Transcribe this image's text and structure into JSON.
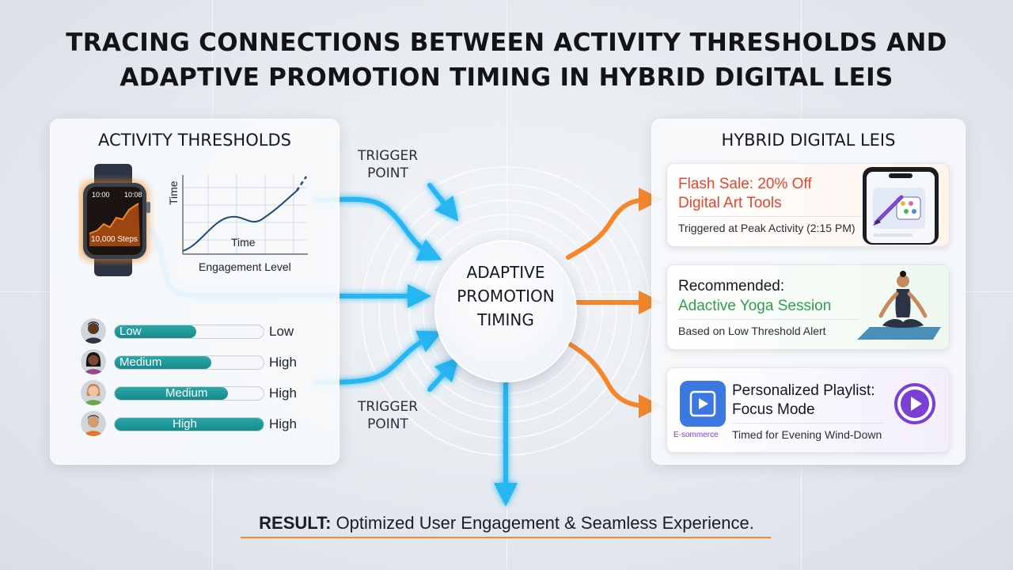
{
  "title_line1": "TRACING CONNECTIONS BETWEEN ACTIVITY THRESHOLDS AND",
  "title_line2": "ADAPTIVE PROMOTION TIMING IN HYBRID DIGITAL LEIS",
  "left_panel": {
    "title": "ACTIVITY THRESHOLDS",
    "watch": {
      "time_left": "10:00",
      "time_right": "10:08",
      "steps": "10,000 Steps"
    },
    "mini_chart": {
      "ylabel": "Time",
      "xlabel": "Time",
      "caption": "Engagement Level"
    },
    "levels": [
      {
        "bar_label": "Low",
        "status": "Low",
        "fill": 0.55
      },
      {
        "bar_label": "Medium",
        "status": "High",
        "fill": 0.65
      },
      {
        "bar_label": "Medium",
        "status": "High",
        "fill": 0.76
      },
      {
        "bar_label": "High",
        "status": "High",
        "fill": 1.0
      }
    ]
  },
  "trigger_top": {
    "line1": "TRIGGER",
    "line2": "POINT"
  },
  "trigger_bottom": {
    "line1": "TRIGGER",
    "line2": "POINT"
  },
  "hub": {
    "line1": "ADAPTIVE",
    "line2": "PROMOTION",
    "line3": "TIMING"
  },
  "right_panel": {
    "title": "HYBRID DIGITAL LEIS",
    "cards": [
      {
        "headline1": "Flash Sale: 20% Off",
        "headline2": "Digital Art Tools",
        "note": "Triggered at Peak Activity (2:15 PM)"
      },
      {
        "headline1": "Recommended:",
        "headline2": "Adactive Yoga Session",
        "note": "Based on Low Threshold Alert"
      },
      {
        "headline1": "Personalized Playlist:",
        "headline2": "Focus Mode",
        "note": "Timed for Evening Wind-Down",
        "brand": "E-sommerce"
      }
    ]
  },
  "result": {
    "label": "RESULT:",
    "text": "Optimized User Engagement & Seamless Experience."
  },
  "colors": {
    "blue": "#27b6f2",
    "orange": "#f5862a",
    "teal": "#1f9a9c",
    "sale_red": "#e8452c",
    "yoga_green": "#2ea14b",
    "play_purple": "#7b3fd4"
  }
}
